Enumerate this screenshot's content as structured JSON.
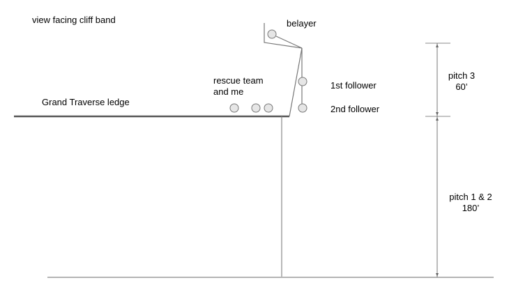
{
  "diagram": {
    "title": "view facing cliff band",
    "labels": {
      "ledge": "Grand Traverse ledge",
      "belayer": "belayer",
      "rescue_team_line1": "rescue team",
      "rescue_team_line2": "and me",
      "first_follower": "1st follower",
      "second_follower": "2nd follower",
      "pitch3_line1": "pitch 3",
      "pitch3_line2": "60’",
      "pitch12_line1": "pitch 1 & 2",
      "pitch12_line2": "180’"
    },
    "people": {
      "belayer": 1,
      "followers": 2,
      "rescue_team_and_me": 3
    },
    "colors": {
      "line": "#555555",
      "light_line": "#888888",
      "circle_fill": "#e6e6e6",
      "circle_stroke": "#777777"
    }
  }
}
